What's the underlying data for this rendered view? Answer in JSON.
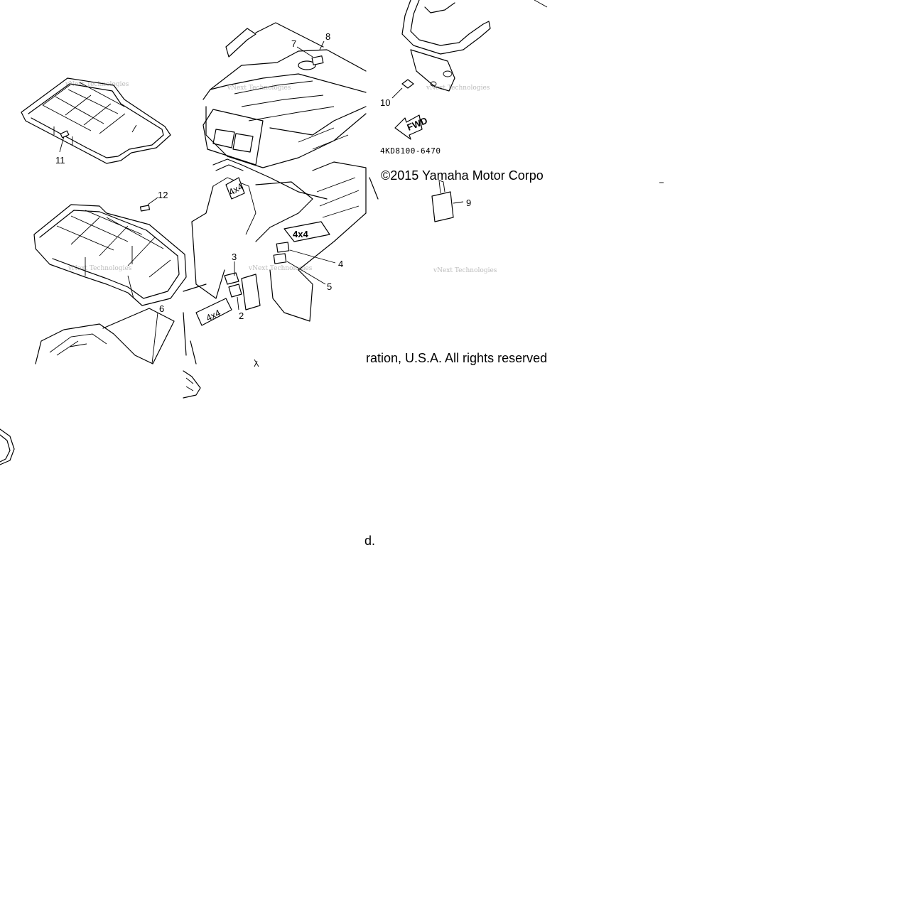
{
  "callouts": [
    "2",
    "3",
    "4",
    "5",
    "6",
    "7",
    "8",
    "9",
    "10",
    "11",
    "12"
  ],
  "drawing_code": "4KD8100-6470",
  "fwd_arrow_text": "FWD",
  "decal_text": "4x4",
  "copyright": {
    "line1": "©2015 Yamaha Motor Corpo",
    "line2": "ration, U.S.A. All rights reserved",
    "line3": "d."
  },
  "watermark": "vNext Technologies"
}
